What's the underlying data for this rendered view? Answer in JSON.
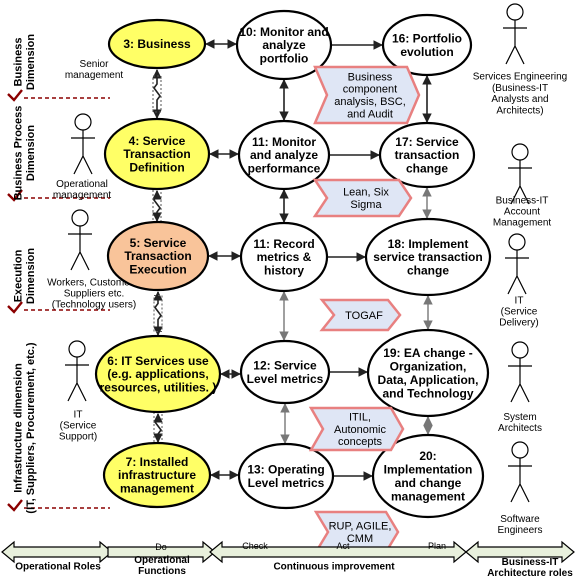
{
  "dimensions": [
    {
      "id": "business",
      "lines": [
        "Business",
        "Dimension"
      ]
    },
    {
      "id": "process",
      "lines": [
        "Business Process",
        "Dimension"
      ]
    },
    {
      "id": "execution",
      "lines": [
        "Execution",
        "Dimension"
      ]
    },
    {
      "id": "infrastructure",
      "lines": [
        "Infrastructure dimension",
        "(IT, Suppliers, Procurement, etc.)"
      ]
    }
  ],
  "left_actors": [
    {
      "id": "senior",
      "lines": [
        "Senior",
        "management"
      ]
    },
    {
      "id": "operational-mgmt",
      "lines": [
        "Operational",
        "management"
      ]
    },
    {
      "id": "workers",
      "lines": [
        "Workers, Customers,",
        "Suppliers etc.",
        "(Technology users)"
      ]
    },
    {
      "id": "it-support",
      "lines": [
        "IT",
        "(Service",
        "Support)"
      ]
    }
  ],
  "right_actors": [
    {
      "id": "services-eng",
      "lines": [
        "Services Engineering",
        "(Business-IT",
        "Analysts and",
        "Architects)"
      ]
    },
    {
      "id": "account-mgmt",
      "lines": [
        "Business-IT",
        "Account",
        "Management"
      ]
    },
    {
      "id": "service-delivery",
      "lines": [
        "IT",
        "(Service",
        "Delivery)"
      ]
    },
    {
      "id": "system-architects",
      "lines": [
        "System",
        "Architects"
      ]
    },
    {
      "id": "software-eng",
      "lines": [
        "Software",
        "Engineers"
      ]
    }
  ],
  "operational_nodes": [
    {
      "id": "n3",
      "lines": [
        "3: Business"
      ],
      "fill": "#ffff66"
    },
    {
      "id": "n4",
      "lines": [
        "4: Service",
        "Transaction",
        "Definition"
      ],
      "fill": "#ffff66"
    },
    {
      "id": "n5",
      "lines": [
        "5: Service",
        "Transaction",
        "Execution"
      ],
      "fill": "#f9c49a"
    },
    {
      "id": "n6",
      "lines": [
        "6: IT Services use",
        "(e.g. applications,",
        "resources, utilities. )"
      ],
      "fill": "#ffff66"
    },
    {
      "id": "n7",
      "lines": [
        "7:  Installed",
        "infrastructure",
        "management"
      ],
      "fill": "#ffff66"
    }
  ],
  "monitor_nodes": [
    {
      "id": "n10",
      "lines": [
        "10: Monitor and",
        "analyze",
        "portfolio"
      ]
    },
    {
      "id": "n11a",
      "lines": [
        "11:  Monitor",
        "and analyze",
        "performance"
      ]
    },
    {
      "id": "n11b",
      "lines": [
        "11:  Record",
        "metrics &",
        "history"
      ]
    },
    {
      "id": "n12",
      "lines": [
        "12:  Service",
        "Level metrics"
      ]
    },
    {
      "id": "n13",
      "lines": [
        "13:  Operating",
        "Level metrics"
      ]
    }
  ],
  "change_nodes": [
    {
      "id": "n16",
      "lines": [
        "16:  Portfolio",
        "evolution"
      ]
    },
    {
      "id": "n17",
      "lines": [
        "17: Service",
        "transaction",
        "change"
      ]
    },
    {
      "id": "n18",
      "lines": [
        "18: Implement",
        "service transaction",
        "change"
      ]
    },
    {
      "id": "n19",
      "lines": [
        "19: EA change -",
        "Organization,",
        "Data, Application,",
        "and Technology"
      ]
    },
    {
      "id": "n20",
      "lines": [
        "20:",
        "Implementation",
        "and change",
        "management"
      ]
    }
  ],
  "method_tags": [
    {
      "id": "bca",
      "lines": [
        "Business",
        "component",
        "analysis, BSC,",
        "and Audit"
      ]
    },
    {
      "id": "lean",
      "lines": [
        "Lean, Six",
        "Sigma"
      ]
    },
    {
      "id": "togaf",
      "lines": [
        "TOGAF"
      ]
    },
    {
      "id": "itil",
      "lines": [
        "ITIL,",
        "Autonomic",
        "concepts"
      ]
    },
    {
      "id": "rup",
      "lines": [
        "RUP, AGILE,",
        "CMM"
      ]
    }
  ],
  "bottom_arrows": {
    "operational_roles": "Operational Roles",
    "operational_functions": [
      "Operational",
      "Functions"
    ],
    "do_label": "Do",
    "continuous_improvement": "Continuous improvement",
    "check_label": "Check",
    "act_label": "Act",
    "plan_label": "Plan",
    "architecture_roles": [
      "Business-IT",
      "Architecture roles"
    ]
  },
  "colors": {
    "operational_fill": "#ffff66",
    "execution_fill": "#f9c49a",
    "tag_fill": "#dfe6f5",
    "tag_border": "#e88080",
    "dashed_red": "#8b0000",
    "bottom_arrow_fill": "#e8f0dc"
  }
}
